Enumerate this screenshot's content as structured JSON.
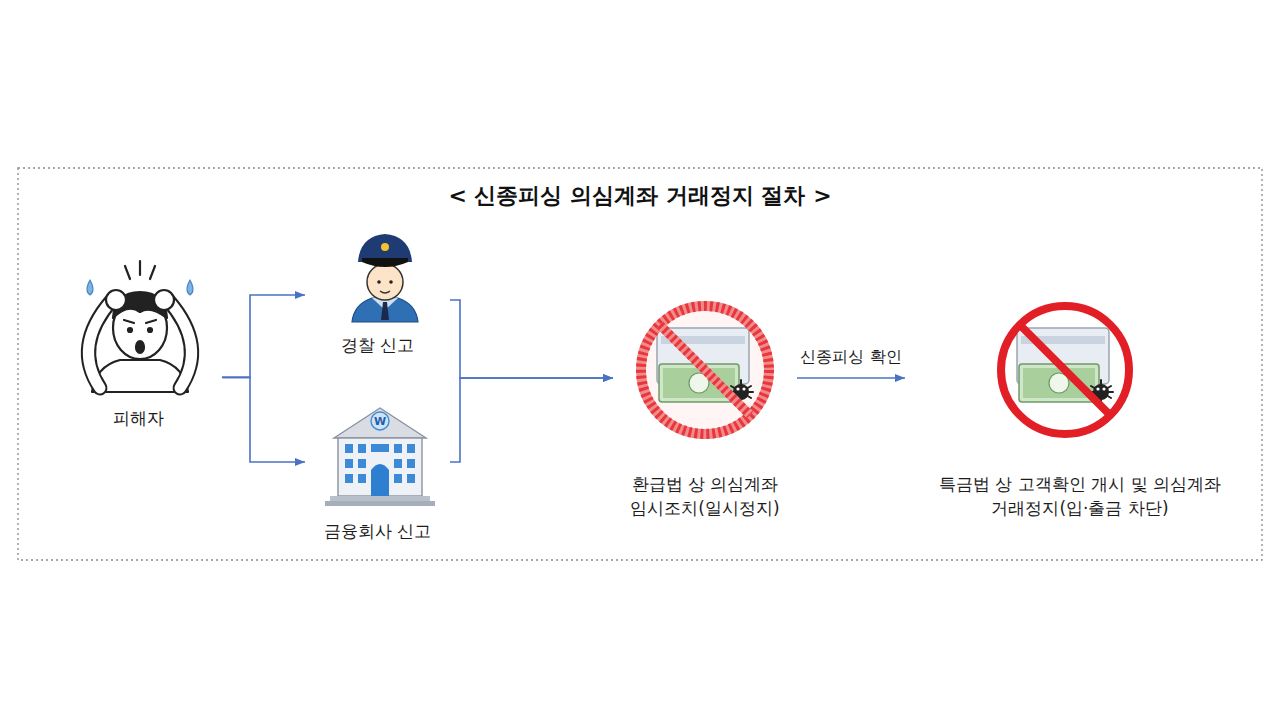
{
  "diagram": {
    "title": "< 신종피싱 의심계좌 거래정지 절차 >",
    "nodes": [
      {
        "text": [
          "피해자"
        ]
      },
      {
        "text": [
          "경찰 신고"
        ]
      },
      {
        "text": [
          "금융회사 신고"
        ]
      },
      {
        "text": [
          "환급법 상 의심계좌 임시조치(일시정지)"
        ]
      },
      {
        "text": [
          "특금법 상 고객확인 개시 및 의심계좌 거래정지(입·출금 차단)"
        ]
      }
    ],
    "edges": [
      {
        "from": 0,
        "to": 1,
        "arrow": "to"
      },
      {
        "from": 0,
        "to": 2,
        "arrow": "to"
      },
      {
        "from": 1,
        "to": 3,
        "arrow": "to"
      },
      {
        "from": 2,
        "to": 3,
        "arrow": "to"
      },
      {
        "from": 3,
        "to": 4,
        "label": "신종피싱 확인",
        "arrow": "to"
      }
    ],
    "labels": [
      "W"
    ]
  }
}
